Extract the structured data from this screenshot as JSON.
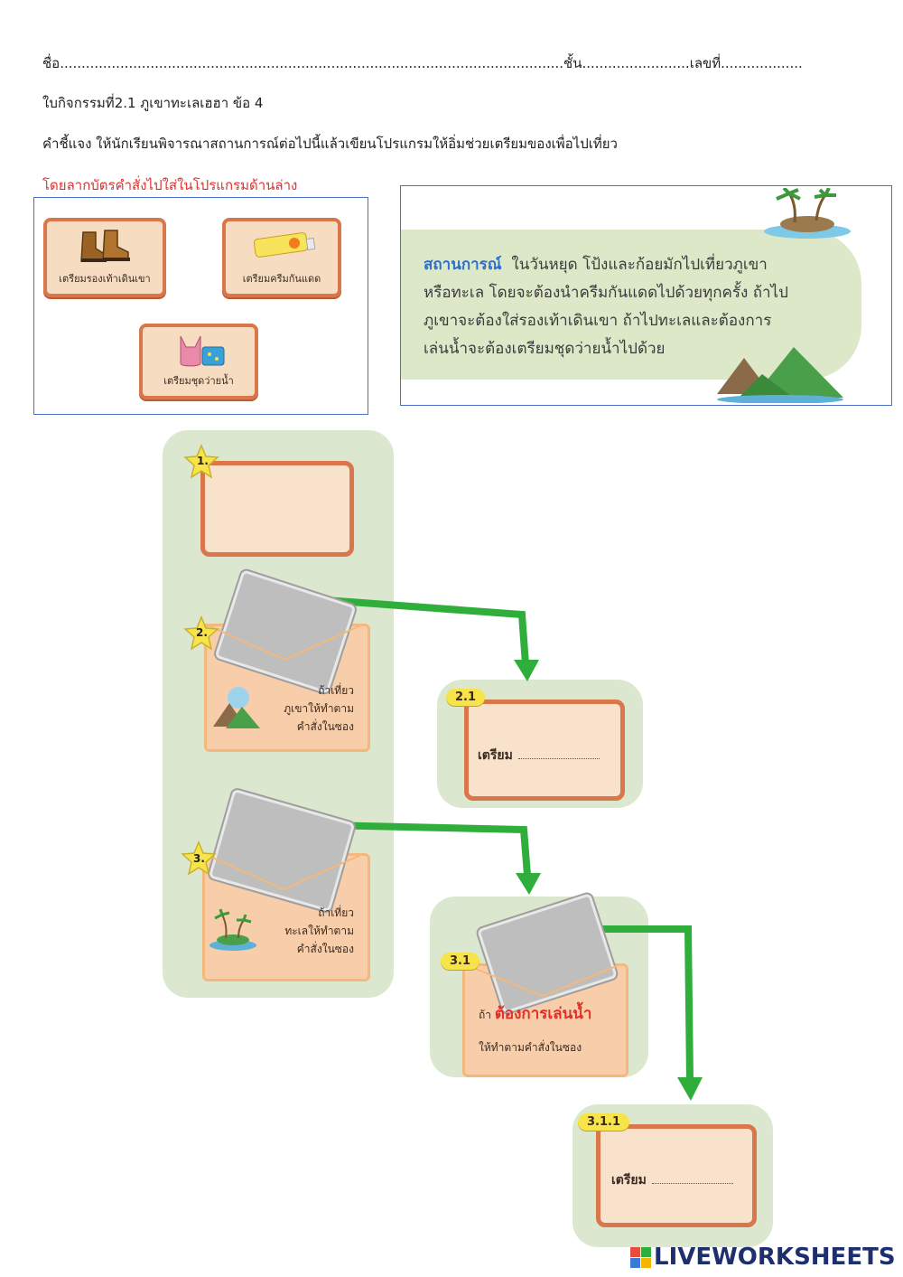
{
  "header": {
    "name_line": "ชื่อ.....................................................................................................................ชั้น.........................เลขที่...................",
    "activity_title": "ใบกิจกรรมที่2.1 ภูเขาทะเลเฮฮา ข้อ 4",
    "instruction": "คำชี้แจง  ให้นักเรียนพิจารณาสถานการณ์ต่อไปนี้แล้วเขียนโปรแกรมให้อิ่มช่วยเตรียมของเพื่อไปเที่ยว",
    "drag_instruction": "โดยลากบัตรคำสั่งไปใส่ในโปรแกรมด้านล่าง"
  },
  "cards": [
    {
      "label": "เตรียมรองเท้าเดินเขา",
      "icon": "boots-icon"
    },
    {
      "label": "เตรียมครีมกันแดด",
      "icon": "sunscreen-icon"
    },
    {
      "label": "เตรียมชุดว่ายน้ำ",
      "icon": "swimsuit-icon"
    }
  ],
  "scenario": {
    "keyword": "สถานการณ์",
    "lines": [
      "ในวันหยุด โป้งและก้อยมักไปเที่ยวภูเขา",
      "หรือทะเล โดยจะต้องนำครีมกันแดดไปด้วยทุกครั้ง ถ้าไป",
      "ภูเขาจะต้องใส่รองเท้าเดินเขา ถ้าไปทะเลและต้องการ",
      "เล่นน้ำจะต้องเตรียมชุดว่ายน้ำไปด้วย"
    ]
  },
  "program": {
    "step1": {
      "number": "1."
    },
    "step2": {
      "number": "2.",
      "text": [
        "ถ้าเที่ยว",
        "ภูเขาให้ทำตาม",
        "คำสั่งในซอง"
      ]
    },
    "step2_1": {
      "number": "2.1",
      "prepare": "เตรียม"
    },
    "step3": {
      "number": "3.",
      "text": [
        "ถ้าเที่ยว",
        "ทะเลให้ทำตาม",
        "คำสั่งในซอง"
      ]
    },
    "step3_1": {
      "number": "3.1",
      "prefix": "ถ้า",
      "highlight": "ต้องการเล่นน้ำ",
      "suffix": "ให้ทำตามคำสั่งในซอง"
    },
    "step3_1_1": {
      "number": "3.1.1",
      "prepare": "เตรียม"
    }
  },
  "colors": {
    "arrow": "#2fae3b",
    "card_border": "#d9764a",
    "pad": "#dbe8cf",
    "badge": "#f7e44a"
  },
  "footer": {
    "logo_text": "LIVEWORKSHEETS"
  }
}
